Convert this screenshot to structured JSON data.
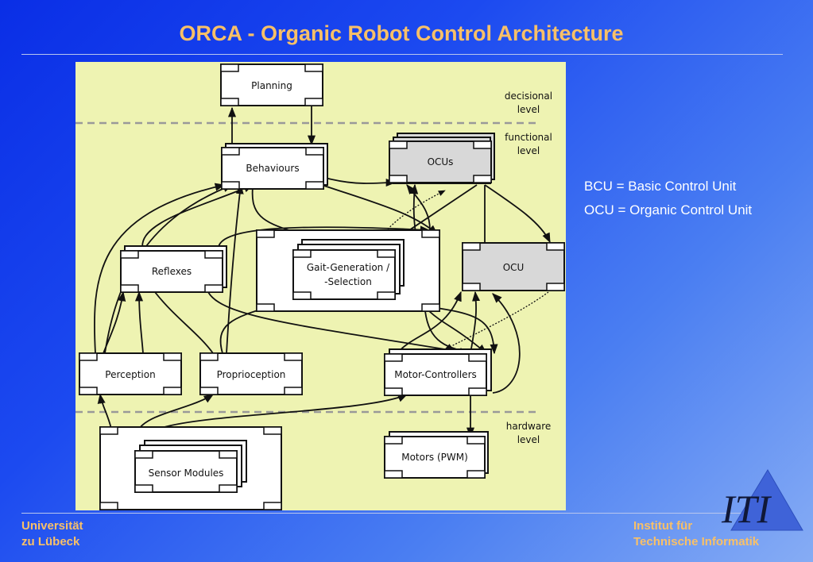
{
  "title": "ORCA - Organic Robot Control Architecture",
  "legend": {
    "bcu": "BCU = Basic Control Unit",
    "ocu": "OCU = Organic Control Unit"
  },
  "levels": {
    "decisional_1": "decisional",
    "decisional_2": "level",
    "functional_1": "functional",
    "functional_2": "level",
    "hardware_1": "hardware",
    "hardware_2": "level"
  },
  "nodes": {
    "planning": "Planning",
    "behaviours": "Behaviours",
    "ocus": "OCUs",
    "reflexes": "Reflexes",
    "gait_1": "Gait-Generation /",
    "gait_2": "-Selection",
    "ocu": "OCU",
    "perception": "Perception",
    "proprioception": "Proprioception",
    "motor_controllers": "Motor-Controllers",
    "motors": "Motors (PWM)",
    "sensor_modules": "Sensor Modules"
  },
  "footer": {
    "left_1": "Universität",
    "left_2": "zu Lübeck",
    "right_1": "Institut für",
    "right_2": "Technische Informatik"
  },
  "logo_text": "ITI",
  "colors": {
    "title": "#f8c068",
    "panel": "#eef3b2",
    "ocu_fill": "#d8d8d8",
    "background": "#1c4af0"
  }
}
